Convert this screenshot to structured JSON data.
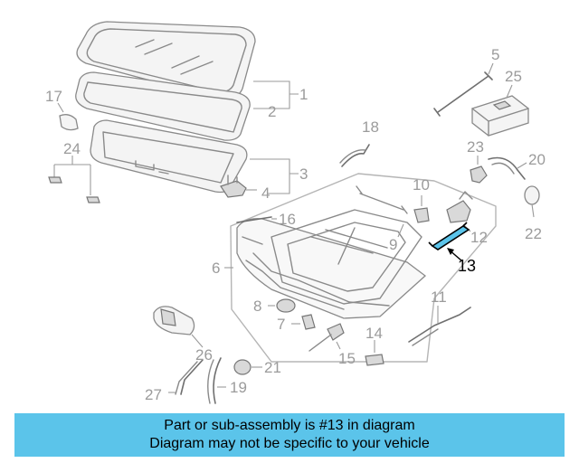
{
  "colors": {
    "banner_bg": "#5bc4ea",
    "highlight_part": "#5bc4ea",
    "line": "#8a8a8a",
    "label": "#9b9b9b"
  },
  "callouts": {
    "c1": "1",
    "c2": "2",
    "c3": "3",
    "c4": "4",
    "c5": "5",
    "c6": "6",
    "c7": "7",
    "c8": "8",
    "c9": "9",
    "c10": "10",
    "c11": "11",
    "c12": "12",
    "c13": "13",
    "c14": "14",
    "c15": "15",
    "c16": "16",
    "c17": "17",
    "c18": "18",
    "c19": "19",
    "c20": "20",
    "c21": "21",
    "c22": "22",
    "c23": "23",
    "c24": "24",
    "c25": "25",
    "c26": "26",
    "c27": "27"
  },
  "banner": {
    "line1": "Part or sub-assembly is #13 in diagram",
    "line2": "Diagram may not be specific to your vehicle"
  }
}
